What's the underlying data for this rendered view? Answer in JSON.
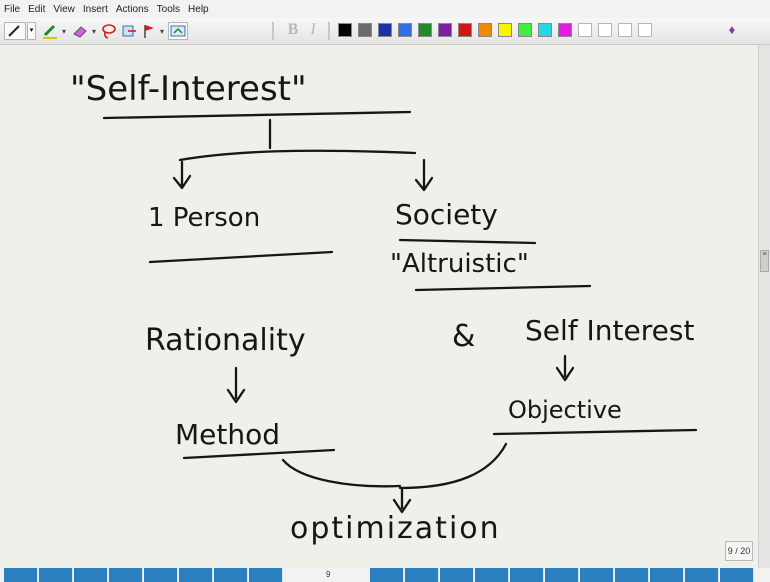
{
  "menu": [
    "File",
    "Edit",
    "View",
    "Insert",
    "Actions",
    "Tools",
    "Help"
  ],
  "toolbar": {
    "bold_label": "B",
    "italic_label": "I",
    "colors": [
      "#000000",
      "#6b6b6b",
      "#1e2fa8",
      "#2f6fe0",
      "#1f8a2c",
      "#7a1f9e",
      "#d11414",
      "#f08a00",
      "#f5f500",
      "#3ef03e",
      "#20d8e6",
      "#e01ee0",
      "#ffffff",
      "#ffffff",
      "#ffffff",
      "#ffffff"
    ]
  },
  "board": {
    "title": "\"Self-Interest\"",
    "branch_left": "1 Person",
    "branch_right": "Society",
    "altruistic": "\"Altruistic\"",
    "rationality": "Rationality",
    "ampersand": "&",
    "self_interest": "Self Interest",
    "method": "Method",
    "objective": "Objective",
    "optimization": "optimization"
  },
  "page_indicator": "9 / 20",
  "current_page_label": "9"
}
